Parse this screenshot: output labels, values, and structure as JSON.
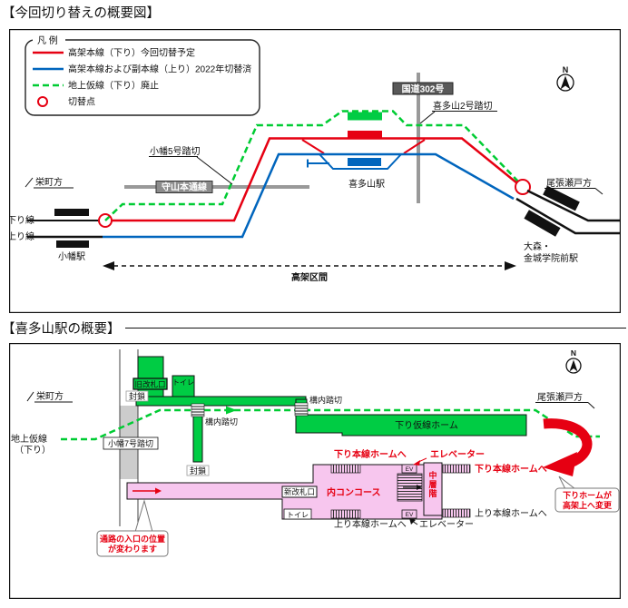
{
  "colors": {
    "red": "#e60012",
    "blue": "#0065bd",
    "green": "#00cc33",
    "green_fill": "#00cc44",
    "pink": "#f7c6ee",
    "gray_road": "#999999",
    "gray_band": "#cccccc",
    "label_dark": "#595959",
    "label_gray": "#8c8c8c"
  },
  "overview": {
    "title": "【今回切り替えの概要図】",
    "legend": {
      "title": "凡 例",
      "items": [
        {
          "label": "高架本線（下り）今回切替予定",
          "color": "#e60012",
          "style": "solid"
        },
        {
          "label": "高架本線および副本線（上り）2022年切替済",
          "color": "#0065bd",
          "style": "solid"
        },
        {
          "label": "地上仮線（下り）廃止",
          "color": "#00cc33",
          "style": "dashed"
        },
        {
          "label": "切替点",
          "color": "#e60012",
          "style": "circle"
        }
      ]
    },
    "labels": {
      "compass_n": "N",
      "sakaemachi": "栄町方",
      "route302": "国道302号",
      "kitayama2_crossing": "喜多山2号踏切",
      "obata5_crossing": "小幡5号踏切",
      "moriyama_line": "守山本通線",
      "kitayama_station": "喜多山駅",
      "owari_seto": "尾張瀬戸方",
      "down_line": "下り線",
      "up_line": "上り線",
      "obata_station": "小幡駅",
      "omori_line1": "大森・",
      "omori_line2": "金城学院前駅",
      "elevated_section": "高架区間"
    }
  },
  "station": {
    "title": "【喜多山駅の概要】",
    "labels": {
      "compass_n": "N",
      "sakaemachi": "栄町方",
      "ground_temp_line1": "地上仮線",
      "ground_temp_line2": "（下り）",
      "obata7_crossing": "小幡7号踏切",
      "old_gate": "旧改札口",
      "toilet": "トイレ",
      "blocked": "封鎖",
      "station_crossing": "構内踏切",
      "down_temp_platform": "下り仮線ホーム",
      "owari_seto": "尾張瀬戸方",
      "to_down_platform": "下り本線ホームへ",
      "to_up_platform": "上り本線ホームへ",
      "elevator": "エレベーター",
      "ev": "EV",
      "new_gate": "新改札口",
      "concourse": "内コンコース",
      "middle_floor": "中層階",
      "callout_entrance_line1": "通路の入口の位置",
      "callout_entrance_line2": "が変わります",
      "callout_platform_line1": "下りホームが",
      "callout_platform_line2": "高架上へ変更"
    }
  }
}
